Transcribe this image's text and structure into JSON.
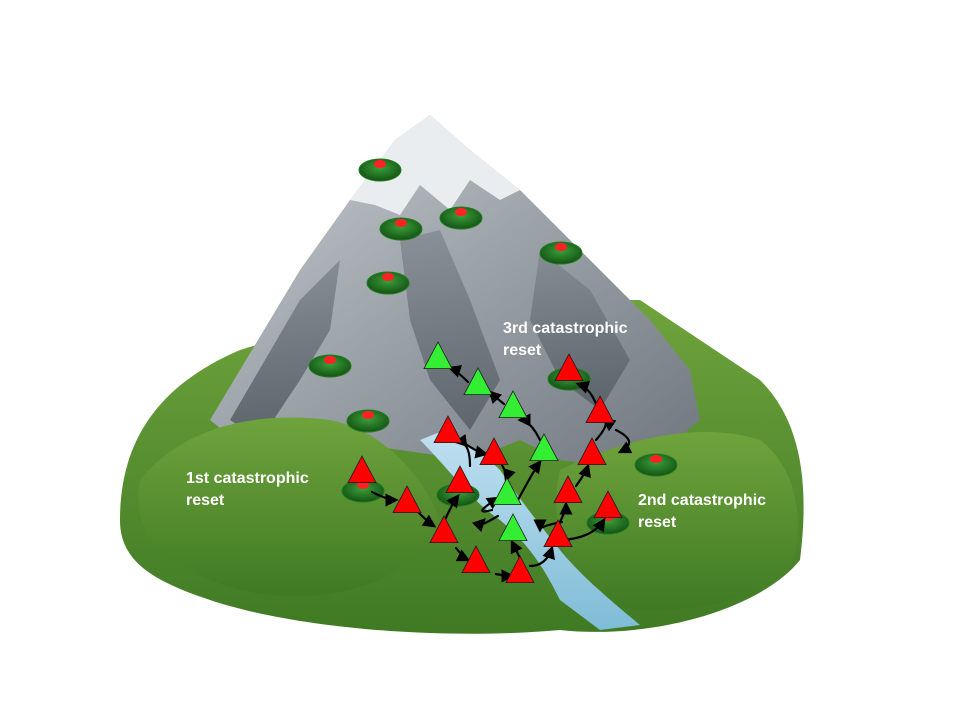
{
  "labels": {
    "reset_1": {
      "line1": "1st catastrophic",
      "line2": "reset"
    },
    "reset_2": {
      "line1": "2nd catastrophic",
      "line2": "reset"
    },
    "reset_3": {
      "line1": "3rd catastrophic",
      "line2": "reset"
    }
  },
  "colors": {
    "active_marker": "#ff0000",
    "success_marker": "#33ee33",
    "peak_marker_base": "#1f7a1f",
    "peak_marker_dot": "#ff2222",
    "arrow": "#000000",
    "label_text": "#ffffff"
  },
  "icons": {
    "active_marker": "red-triangle-icon",
    "success_marker": "green-triangle-icon",
    "peak_marker": "green-mound-red-dot-icon"
  }
}
